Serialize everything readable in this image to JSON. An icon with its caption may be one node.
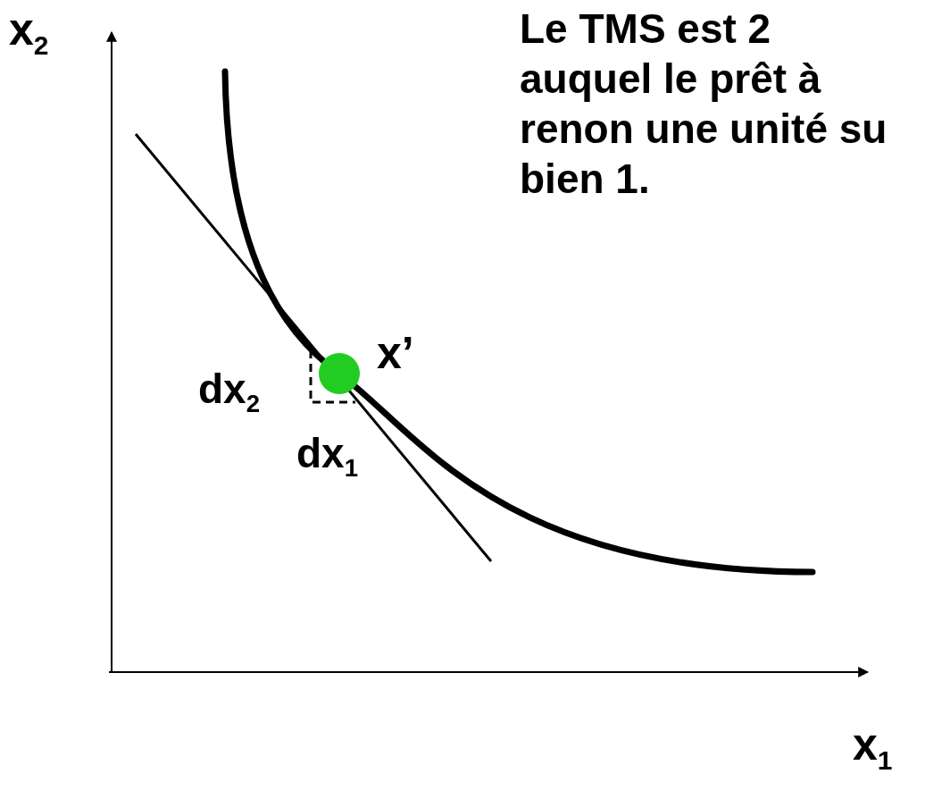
{
  "diagram": {
    "labels": [
      "x$_{2}$",
      "Le TMS est 2 auquel le prêt à renon une unité su bien 1.",
      "x’",
      "dx$_{2}$",
      "dx$_{1}$",
      "x$_{1}$"
    ]
  }
}
